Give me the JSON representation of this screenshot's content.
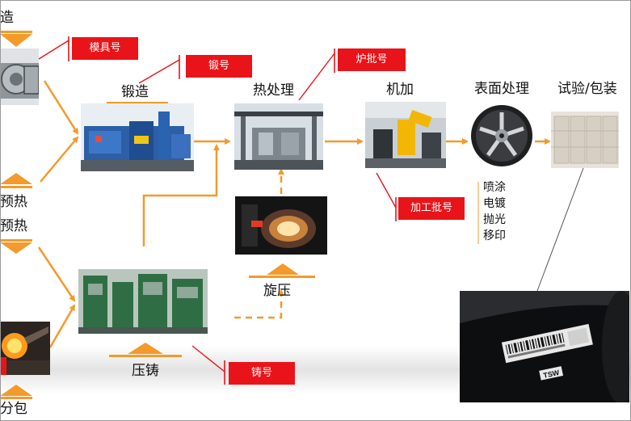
{
  "steps": {
    "forging_partial": "造",
    "forging": "锻造",
    "heat_treatment": "热处理",
    "machining": "机加",
    "surface": "表面处理",
    "test_pack": "试验/包装",
    "preheat_1": "预热",
    "preheat_2": "预热",
    "spinning": "旋压",
    "casting": "压铸",
    "ladle": "分包"
  },
  "surface_methods": [
    "喷涂",
    "电镀",
    "抛光",
    "移印"
  ],
  "tags": {
    "mold_no": "模具号",
    "forge_no": "锻号",
    "furnace_batch": "炉批号",
    "machining_batch": "加工批号",
    "casting_no": "铸号"
  },
  "label_brand": "TSW",
  "colors": {
    "arrow": "#f39a2b",
    "tag_red": "#e8141a",
    "text": "#111111"
  }
}
